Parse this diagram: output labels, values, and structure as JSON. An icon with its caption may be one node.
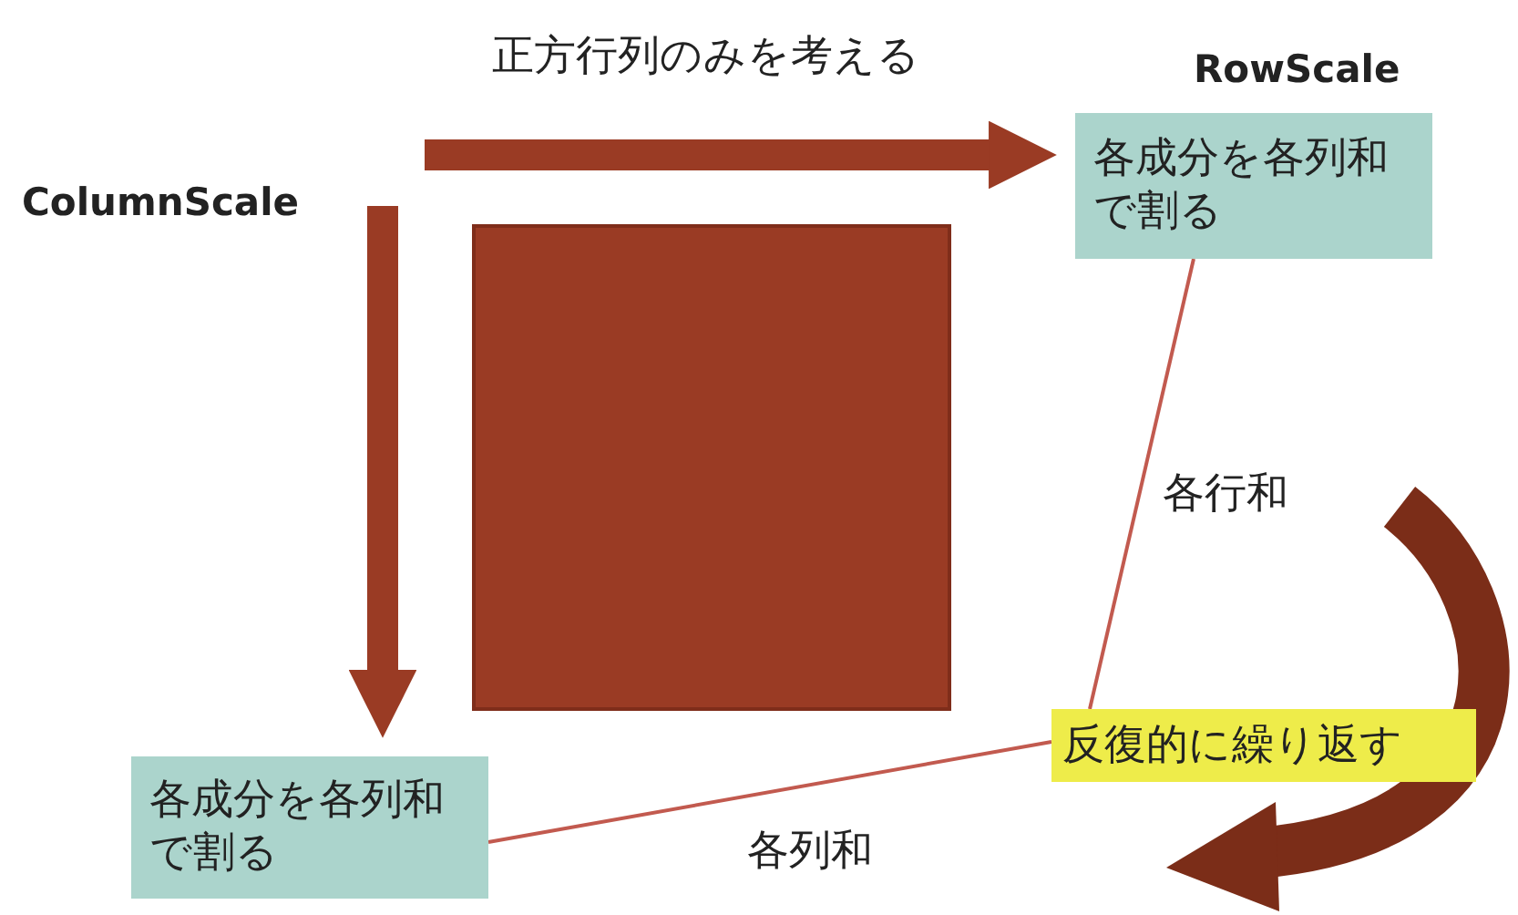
{
  "diagram": {
    "nodes": [
      {
        "text": [],
        "shape": "box"
      },
      {
        "text": [
          "各成分を各列和で割る"
        ]
      },
      {
        "text": [
          "各成分を各列和で割る"
        ]
      },
      {
        "text": [
          "反復的に繰り返す"
        ]
      }
    ],
    "edges": [
      {
        "from": null,
        "to": 1,
        "arrow": "to",
        "label": "正方行列のみを考える",
        "style": "thick",
        "color": "#9a3b24"
      },
      {
        "from": null,
        "to": 2,
        "arrow": "to",
        "style": "thick",
        "color": "#9a3b24"
      },
      {
        "from": 1,
        "to": 3,
        "arrow": "none",
        "label": "各行和"
      },
      {
        "from": 2,
        "to": 3,
        "arrow": "none",
        "label": "各列和"
      }
    ],
    "labels": [
      "RowScale",
      "ColumnScale"
    ]
  }
}
